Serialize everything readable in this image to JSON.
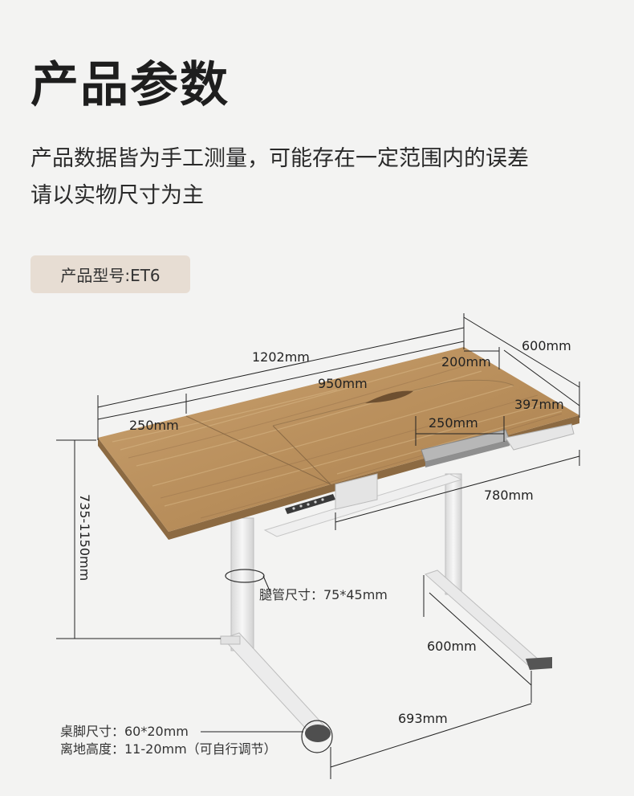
{
  "header": {
    "title": "产品参数",
    "subtitle_line1": "产品数据皆为手工测量，可能存在一定范围内的误差",
    "subtitle_line2": "请以实物尺寸为主"
  },
  "model": {
    "label": "产品型号:ET6"
  },
  "dimensions": {
    "total_width": "1202mm",
    "depth": "600mm",
    "middle_width": "950mm",
    "right_edge": "200mm",
    "left_panel": "250mm",
    "side_depth": "397mm",
    "tray_width": "250mm",
    "frame_width": "780mm",
    "height_range": "735-1150mm",
    "foot_depth": "600mm",
    "foot_span": "693mm"
  },
  "notes": {
    "leg_tube": "腿管尺寸：75*45mm",
    "foot_size": "桌脚尺寸：60*20mm",
    "ground_clearance": "离地高度：11-20mm（可自行调节）"
  },
  "colors": {
    "background": "#f3f3f2",
    "badge": "#e7ddd3",
    "wood": "#b98f5c",
    "frame": "#ececec"
  }
}
